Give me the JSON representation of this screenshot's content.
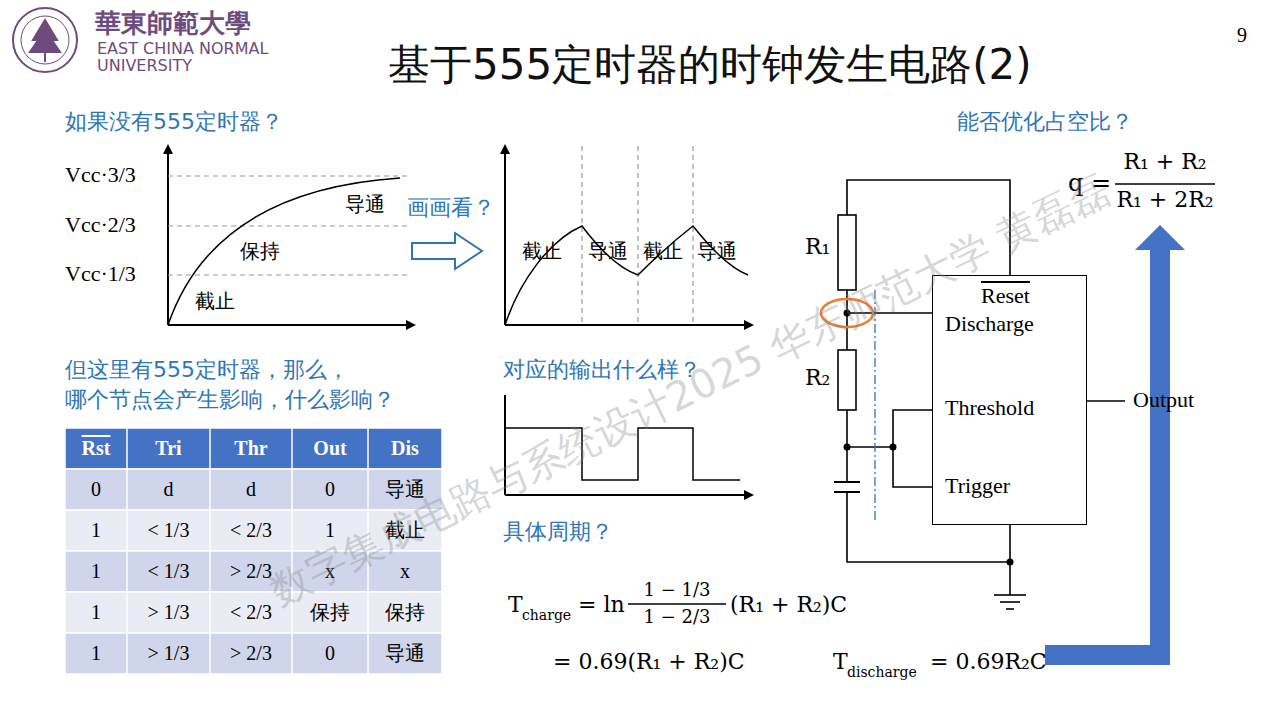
{
  "diagram": {
    "title": "基于555定时器的时钟发生电路(2)",
    "nodes": [
      {
        "text": [
          "Reset",
          "Discharge",
          "Threshold",
          "Trigger"
        ]
      }
    ],
    "labels": [
      "華東師範大學",
      "EAST CHINA NORMAL",
      "UNIVERSITY",
      "9",
      "如果没有555定时器？",
      "Vcc·3/3",
      "Vcc·2/3",
      "Vcc·1/3",
      "导通",
      "保持",
      "截止",
      "画画看？",
      "截止",
      "导通",
      "截止",
      "导通",
      "能否优化占空比？",
      "q =",
      "R₁ + R₂",
      "R₁ + 2R₂",
      "R₁",
      "R₂",
      "Output",
      "但这里有555定时器，那么，",
      "哪个节点会产生影响，什么影响？",
      "对应的输出什么样？",
      "具体周期？",
      "T",
      "charge",
      "= ln",
      "1 − 1/3",
      "1 − 2/3",
      "(R₁ + R₂)C",
      "= 0.69(R₁ + R₂)C",
      "T",
      "discharge",
      "= 0.69R₂C",
      "数字集成电路与系统设计2025 华东师范大学 黄磊磊",
      "Rst",
      "Tri",
      "Thr",
      "Out",
      "Dis",
      "0",
      "d",
      "d",
      "0",
      "导通",
      "1",
      "< 1/3",
      "< 2/3",
      "1",
      "截止",
      "1",
      "< 1/3",
      "> 2/3",
      "x",
      "x",
      "1",
      "> 1/3",
      "< 2/3",
      "保持",
      "保持",
      "1",
      "> 1/3",
      "> 2/3",
      "0",
      "导通"
    ]
  }
}
